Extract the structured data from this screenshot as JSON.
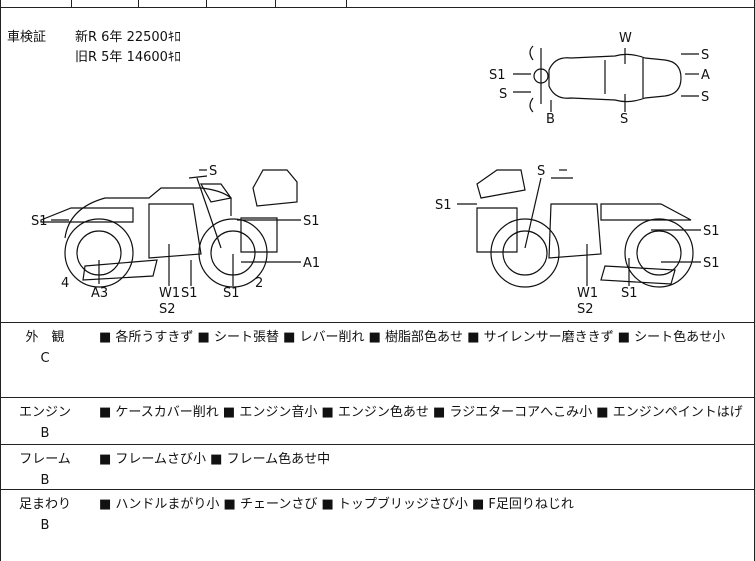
{
  "inspection": {
    "label": "車検証",
    "new_line": "新R  6年  22500ｷﾛ",
    "old_line": "旧R  5年  14600ｷﾛ"
  },
  "diagram_labels": {
    "top": {
      "w": "W",
      "s1": "S1",
      "s_left": "S",
      "b": "B",
      "s_bottom": "S",
      "s_r1": "S",
      "a": "A",
      "s_r2": "S"
    },
    "left": {
      "s_top": "S",
      "s1_rear": "S1",
      "s1_right": "S1",
      "a1": "A1",
      "n4": "4",
      "a3": "A3",
      "w1": "W1",
      "s1_mid": "S1",
      "s2": "S2",
      "s1_front": "S1",
      "n2": "2"
    },
    "right": {
      "s_top": "S",
      "s1_left": "S1",
      "s1_r1": "S1",
      "s1_r2": "S1",
      "w1": "W1",
      "s2": "S2",
      "s1_bottom": "S1"
    }
  },
  "conditions": [
    {
      "category": "外　観",
      "grade": "C",
      "text": "■ 各所うすきず ■ シート張替 ■ レバー削れ ■ 樹脂部色あせ ■ サイレンサー磨ききず ■ シート色あせ小"
    },
    {
      "category": "エンジン",
      "grade": "B",
      "text": "■ ケースカバー削れ ■ エンジン音小 ■ エンジン色あせ ■ ラジエターコアへこみ小 ■ エンジンペイントはげ"
    },
    {
      "category": "フレーム",
      "grade": "B",
      "text": "■ フレームさび小 ■ フレーム色あせ中"
    },
    {
      "category": "足まわり",
      "grade": "B",
      "text": "■ ハンドルまがり小 ■ チェーンさび ■ トップブリッジさび小 ■ F足回りねじれ"
    }
  ]
}
